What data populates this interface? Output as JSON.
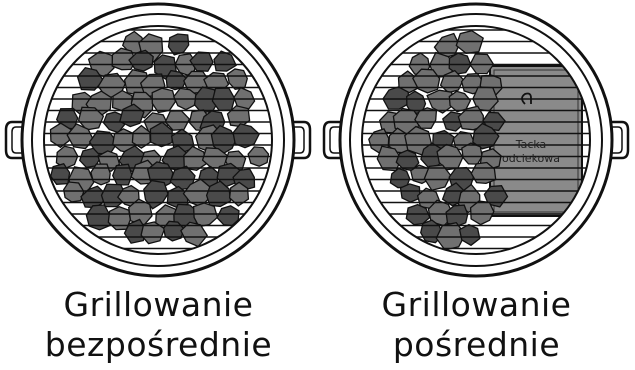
{
  "panels": [
    {
      "id": "direct",
      "caption_line1": "Grillowanie",
      "caption_line2": "bezpośrednie"
    },
    {
      "id": "indirect",
      "caption_line1": "Grillowanie",
      "caption_line2": "pośrednie",
      "pan_label_line1": "Tacka",
      "pan_label_line2": "odciekowa"
    }
  ],
  "colors": {
    "ink": "#111111",
    "coal": "#707070",
    "coal_dark": "#4a4a4a",
    "pan": "#8a8a8a",
    "background": "#ffffff"
  }
}
